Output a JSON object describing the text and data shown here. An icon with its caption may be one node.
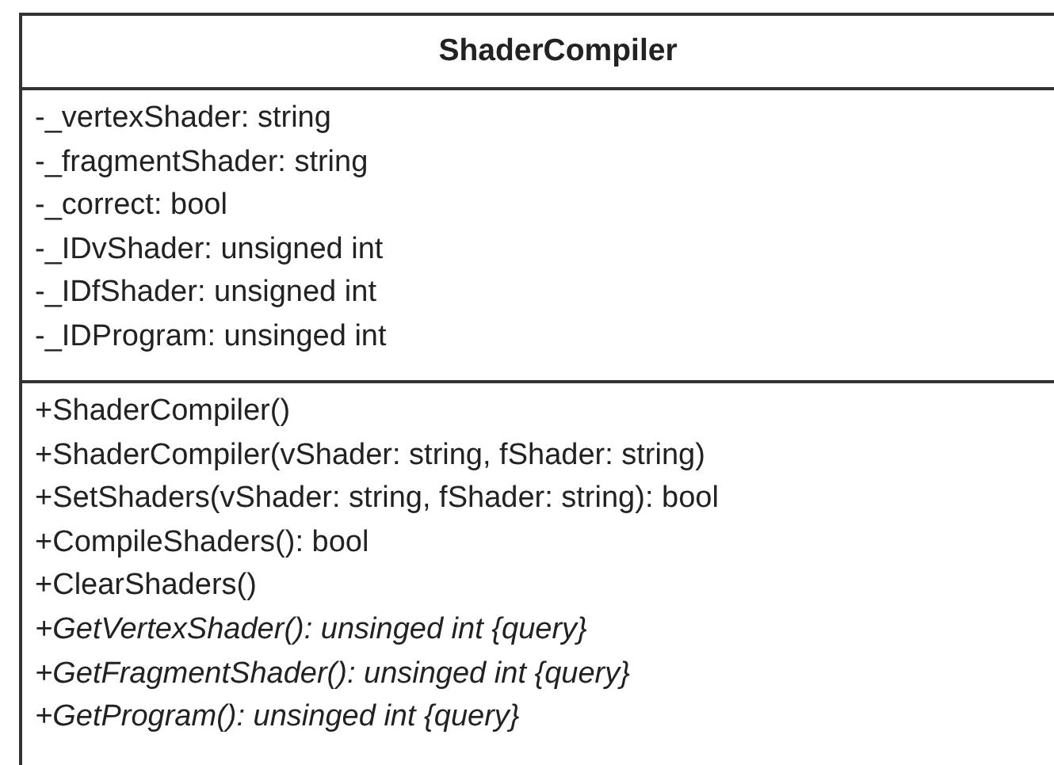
{
  "diagram": {
    "nodes": [
      {
        "text": [
          "ShaderCompiler"
        ]
      },
      {
        "text": [
          "-_vertexShader: string",
          "-_fragmentShader: string",
          "-_correct: bool",
          "-_IDvShader: unsigned int",
          "-_IDfShader: unsigned int",
          "-_IDProgram: unsinged int"
        ],
        "in": 0
      },
      {
        "text": [
          "+ShaderCompiler()",
          "+ShaderCompiler(vShader: string, fShader: string)",
          "+SetShaders(vShader: string, fShader: string): bool",
          "+CompileShaders(): bool",
          "+ClearShaders()",
          "+GetVertexShader(): unsinged int {query}",
          "+GetFragmentShader(): unsinged int {query}",
          "+GetProgram(): unsinged int {query}"
        ],
        "in": 0
      }
    ]
  }
}
